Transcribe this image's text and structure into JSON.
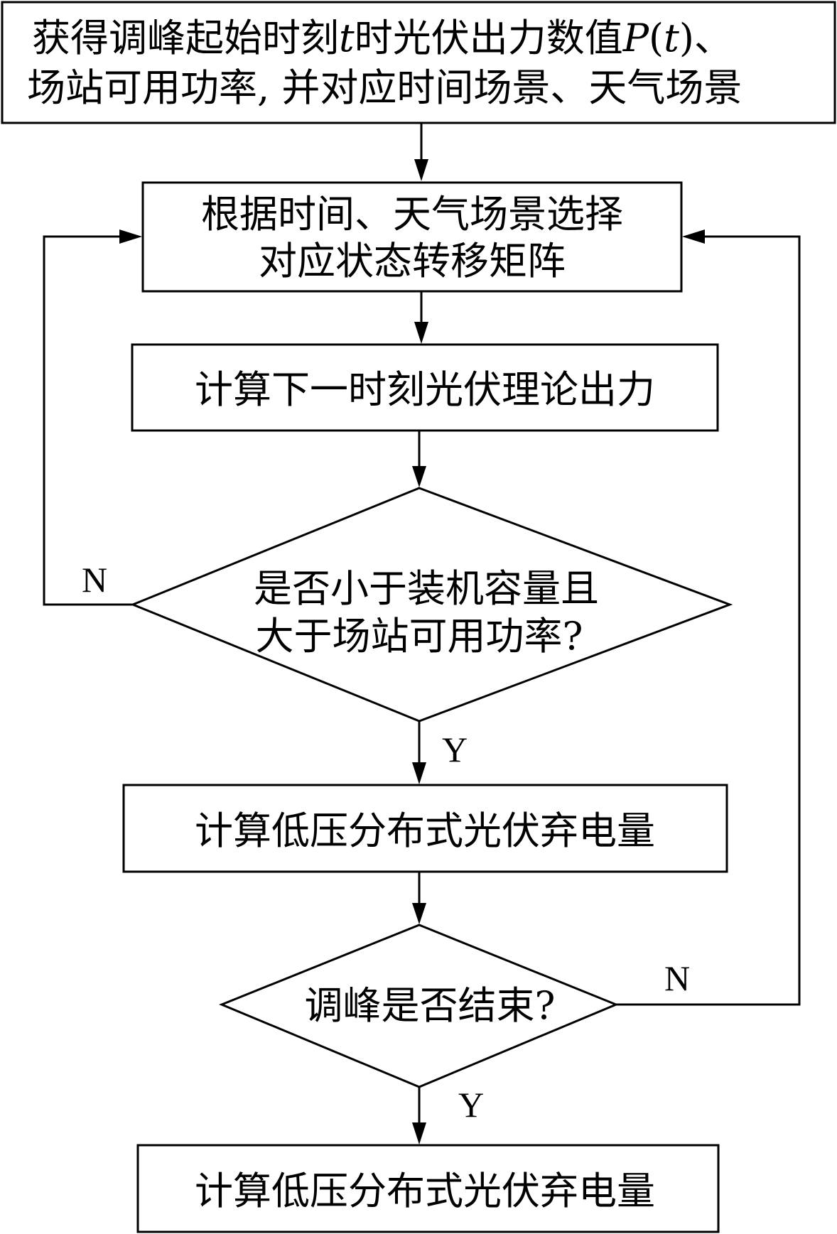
{
  "nodes": {
    "start": {
      "line1_a": "获得调峰起始时刻",
      "line1_t": "t",
      "line1_b": "时光伏出力数值",
      "line1_p": "P",
      "line1_paren_open": "(",
      "line1_paren_t": "t",
      "line1_paren_close": ")",
      "line1_sep": "、",
      "line2": "场站可用功率, 并对应时间场景、天气场景"
    },
    "select_matrix": {
      "line1": "根据时间、天气场景选择",
      "line2": "对应状态转移矩阵"
    },
    "calc_theory": {
      "line1": "计算下一时刻光伏理论出力"
    },
    "decision_capacity": {
      "line1": "是否小于装机容量且",
      "line2": "大于场站可用功率?"
    },
    "calc_curtail_1": {
      "line1": "计算低压分布式光伏弃电量"
    },
    "decision_end": {
      "line1": "调峰是否结束?"
    },
    "calc_curtail_2": {
      "line1": "计算低压分布式光伏弃电量"
    }
  },
  "edges": {
    "capacity_no": "N",
    "capacity_yes": "Y",
    "end_no": "N",
    "end_yes": "Y"
  }
}
